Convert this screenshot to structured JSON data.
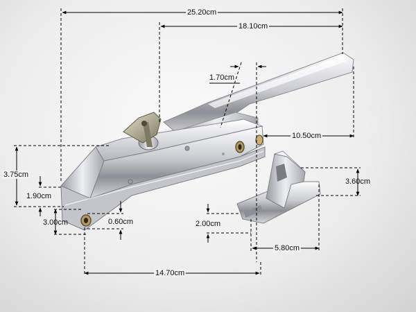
{
  "dimensions": {
    "overall_length": "25.20cm",
    "handle_length": "18.10cm",
    "handle_width": "1.70cm",
    "handle_reach": "10.50cm",
    "body_height": "3.75cm",
    "body_upper_section": "1.90cm",
    "mount_hole_height": "3.00cm",
    "hole_diameter": "0.60cm",
    "base_length": "14.70cm",
    "strike_height": "3.60cm",
    "strike_base_height": "2.00cm",
    "strike_width": "5.80cm"
  },
  "colors": {
    "chrome_light": "#f4f4f6",
    "chrome_mid": "#b8bac0",
    "chrome_dark": "#6e7078",
    "dimension_line": "#000000"
  }
}
